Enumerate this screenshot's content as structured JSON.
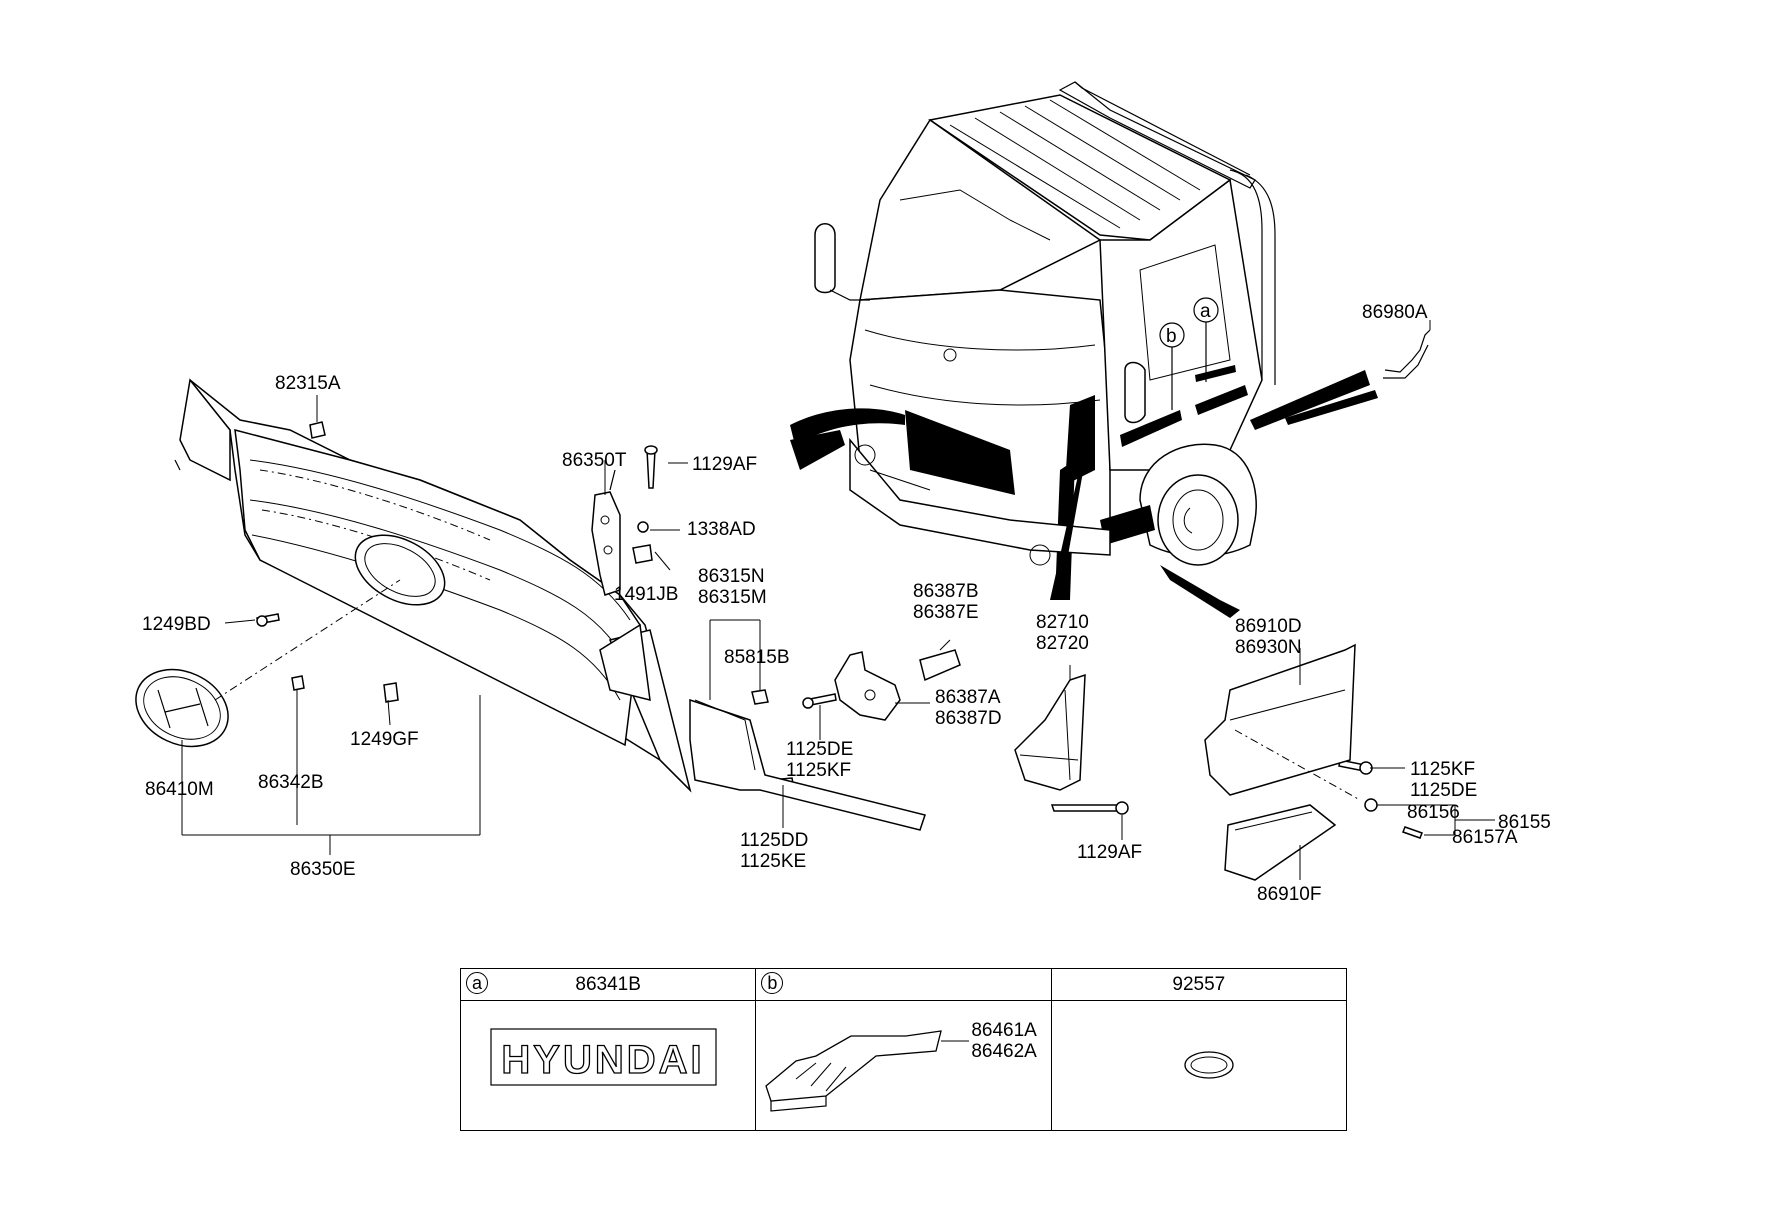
{
  "callouts": {
    "a": "a",
    "b": "b"
  },
  "parts": {
    "p82315A": "82315A",
    "p86350T": "86350T",
    "p1129AF_top": "1129AF",
    "p1338AD": "1338AD",
    "p1491JB": "1491JB",
    "p1249BD": "1249BD",
    "p86315N": "86315N",
    "p86315M": "86315M",
    "p85815B": "85815B",
    "p86387B": "86387B",
    "p86387E": "86387E",
    "p86387A": "86387A",
    "p86387D": "86387D",
    "p1125DE_mid": "1125DE",
    "p1125KF_mid": "1125KF",
    "p82710": "82710",
    "p82720": "82720",
    "p1129AF_bot": "1129AF",
    "p86980A": "86980A",
    "p86910D": "86910D",
    "p86930N": "86930N",
    "p1125KF_right": "1125KF",
    "p1125DE_right": "1125DE",
    "p86156": "86156",
    "p86155": "86155",
    "p86157A": "86157A",
    "p86910F": "86910F",
    "p1249GF": "1249GF",
    "p86342B": "86342B",
    "p86410M": "86410M",
    "p86350E": "86350E",
    "p1125DD": "1125DD",
    "p1125KE": "1125KE"
  },
  "table": {
    "cells": [
      {
        "circle": "a",
        "part": "86341B",
        "logo_text": "HYUNDAI"
      },
      {
        "circle": "b",
        "part": "",
        "labels": [
          "86461A",
          "86462A"
        ]
      },
      {
        "circle": "",
        "part": "92557"
      }
    ]
  }
}
